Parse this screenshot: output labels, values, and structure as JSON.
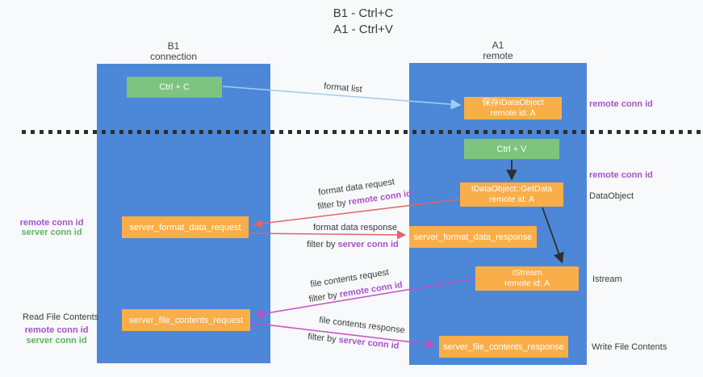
{
  "title": {
    "line1": "B1 - Ctrl+C",
    "line2": "A1 - Ctrl+V"
  },
  "columns": {
    "left": {
      "name": "B1",
      "role": "connection"
    },
    "right": {
      "name": "A1",
      "role": "remote"
    }
  },
  "boxes": {
    "ctrl_c": {
      "label": "Ctrl + C"
    },
    "save_dataobject": {
      "line1": "保存IDataObject",
      "line2": "remote id: A"
    },
    "ctrl_v": {
      "label": "Ctrl + V"
    },
    "getdata": {
      "line1": "IDataObject::GetData",
      "line2": "remote id: A"
    },
    "format_request": {
      "label": "server_format_data_request"
    },
    "format_response": {
      "label": "server_format_data_response"
    },
    "istream": {
      "line1": "IStream",
      "line2": "remote id: A"
    },
    "file_request": {
      "label": "server_file_contents_request"
    },
    "file_response": {
      "label": "server_file_contents_response"
    }
  },
  "labels": {
    "format_list": "format list",
    "format_data_request": "format data request",
    "format_data_response": "format data response",
    "file_contents_request": "file contents request",
    "file_contents_response": "file contents response",
    "filter_by": "filter by",
    "remote_conn_id": "remote conn id",
    "server_conn_id": "server conn id",
    "dataobject": "DataObject",
    "istream": "Istream",
    "read_file_contents": "Read File Contents",
    "write_file_contents": "Write File Contents"
  },
  "colors": {
    "lifeline_blue": "#4d87d7",
    "box_green": "#7cc47f",
    "box_orange": "#f9ae49",
    "arrow_lightblue": "#9ecdf0",
    "arrow_red": "#e06666",
    "arrow_magenta": "#c44ec4",
    "arrow_black": "#2f2f2f",
    "text_purple": "#a653cb",
    "text_green": "#58b75c",
    "background": "#f8f9fa"
  }
}
